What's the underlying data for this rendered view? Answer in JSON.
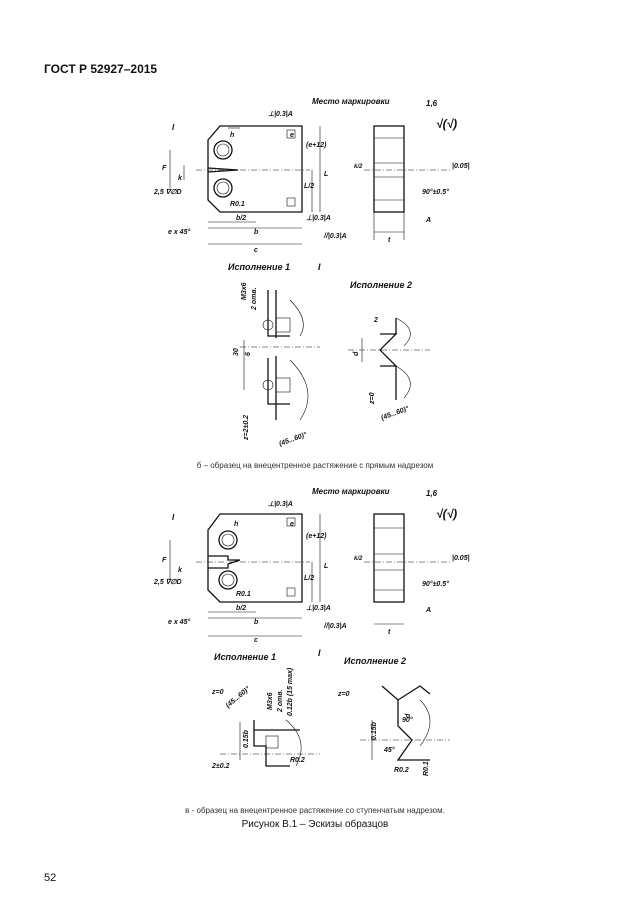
{
  "header": {
    "doc_title": "ГОСТ Р 52927–2015"
  },
  "page_number": "52",
  "captions": {
    "b": "б – образец на внецентренное растяжение с прямым надрезом",
    "c": "в - образец на внецентренное растяжение со ступенчатым надрезом.",
    "figure": "Рисунок В.1 – Эскизы образцов"
  },
  "drawing_b": {
    "marking_place": "Место маркировки",
    "roughness": "1,6",
    "dims": {
      "I": "I",
      "h": "h",
      "F": "F",
      "k": "k",
      "e": "e",
      "e12": "(e+12)",
      "L2": "L/2",
      "L": "L",
      "b2": "b/2",
      "b": "b",
      "c": "c",
      "t": "t",
      "D": "2,5 ∇∅D",
      "chamfer": "e x 45°",
      "r01": "R0.1",
      "tol1": "⊥|0.3|A",
      "tol2": "⊥|0.3|A",
      "tol3": "//|0.3|A",
      "tol4": "|0.05|",
      "angle": "90°±0.5°",
      "A": "A",
      "k2": "k/2"
    },
    "variant1": "Исполнение 1",
    "variant2": "Исполнение 2",
    "section_I": "I",
    "v1": {
      "m3": "M3x6",
      "holes": "2 отв.",
      "d30": "30",
      "d6": "6",
      "z": "z=2±0.2",
      "ang": "(45...60)°"
    },
    "v2": {
      "d2": "2",
      "d": "d",
      "z0": "z=0",
      "ang": "(45...60)°"
    }
  },
  "drawing_c": {
    "marking_place": "Место маркировки",
    "roughness": "1,6",
    "dims": {
      "I": "I",
      "h": "h",
      "F": "F",
      "k": "k",
      "e": "e",
      "e12": "(e+12)",
      "L2": "L/2",
      "L": "L",
      "b2": "b/2",
      "b": "b",
      "c": "c",
      "t": "t",
      "D": "2,5 ∇∅D",
      "chamfer": "e x 45°",
      "r01": "R0.1",
      "tol1": "⊥|0.3|A",
      "tol2": "⊥|0.3|A",
      "tol3": "//|0.3|A",
      "tol4": "|0.05|",
      "angle": "90°±0.5°",
      "A": "A",
      "k2": "k/2"
    },
    "variant1": "Исполнение 1",
    "variant2": "Исполнение 2",
    "section_I": "I",
    "v1": {
      "z0": "z=0",
      "ang": "(45...60)°",
      "m3": "M3x6",
      "holes": "2 отв.",
      "depth": "0.12b (15 max)",
      "d015": "0.15b",
      "z": "2±0.2",
      "r02": "R0.2"
    },
    "v2": {
      "z0": "z=0",
      "d": "d",
      "a90": "90°",
      "d015": "0.15b",
      "a45": "45°",
      "r02": "R0.2",
      "r01": "R0.1"
    }
  }
}
